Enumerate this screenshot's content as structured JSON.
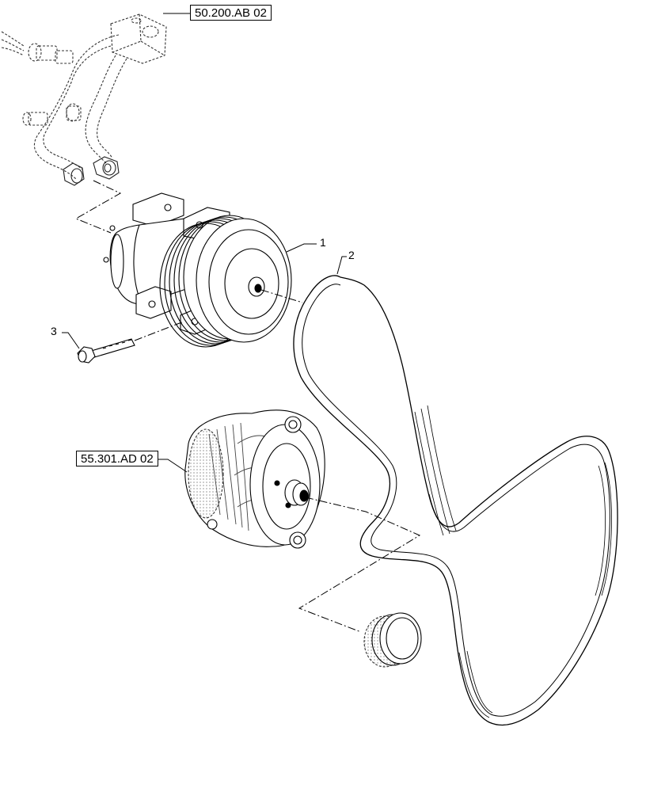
{
  "references": {
    "hose_ref": "50.200.AB 02",
    "alternator_ref": "55.301.AD 02"
  },
  "callouts": {
    "compressor": "1",
    "belt": "2",
    "bolt": "3"
  }
}
